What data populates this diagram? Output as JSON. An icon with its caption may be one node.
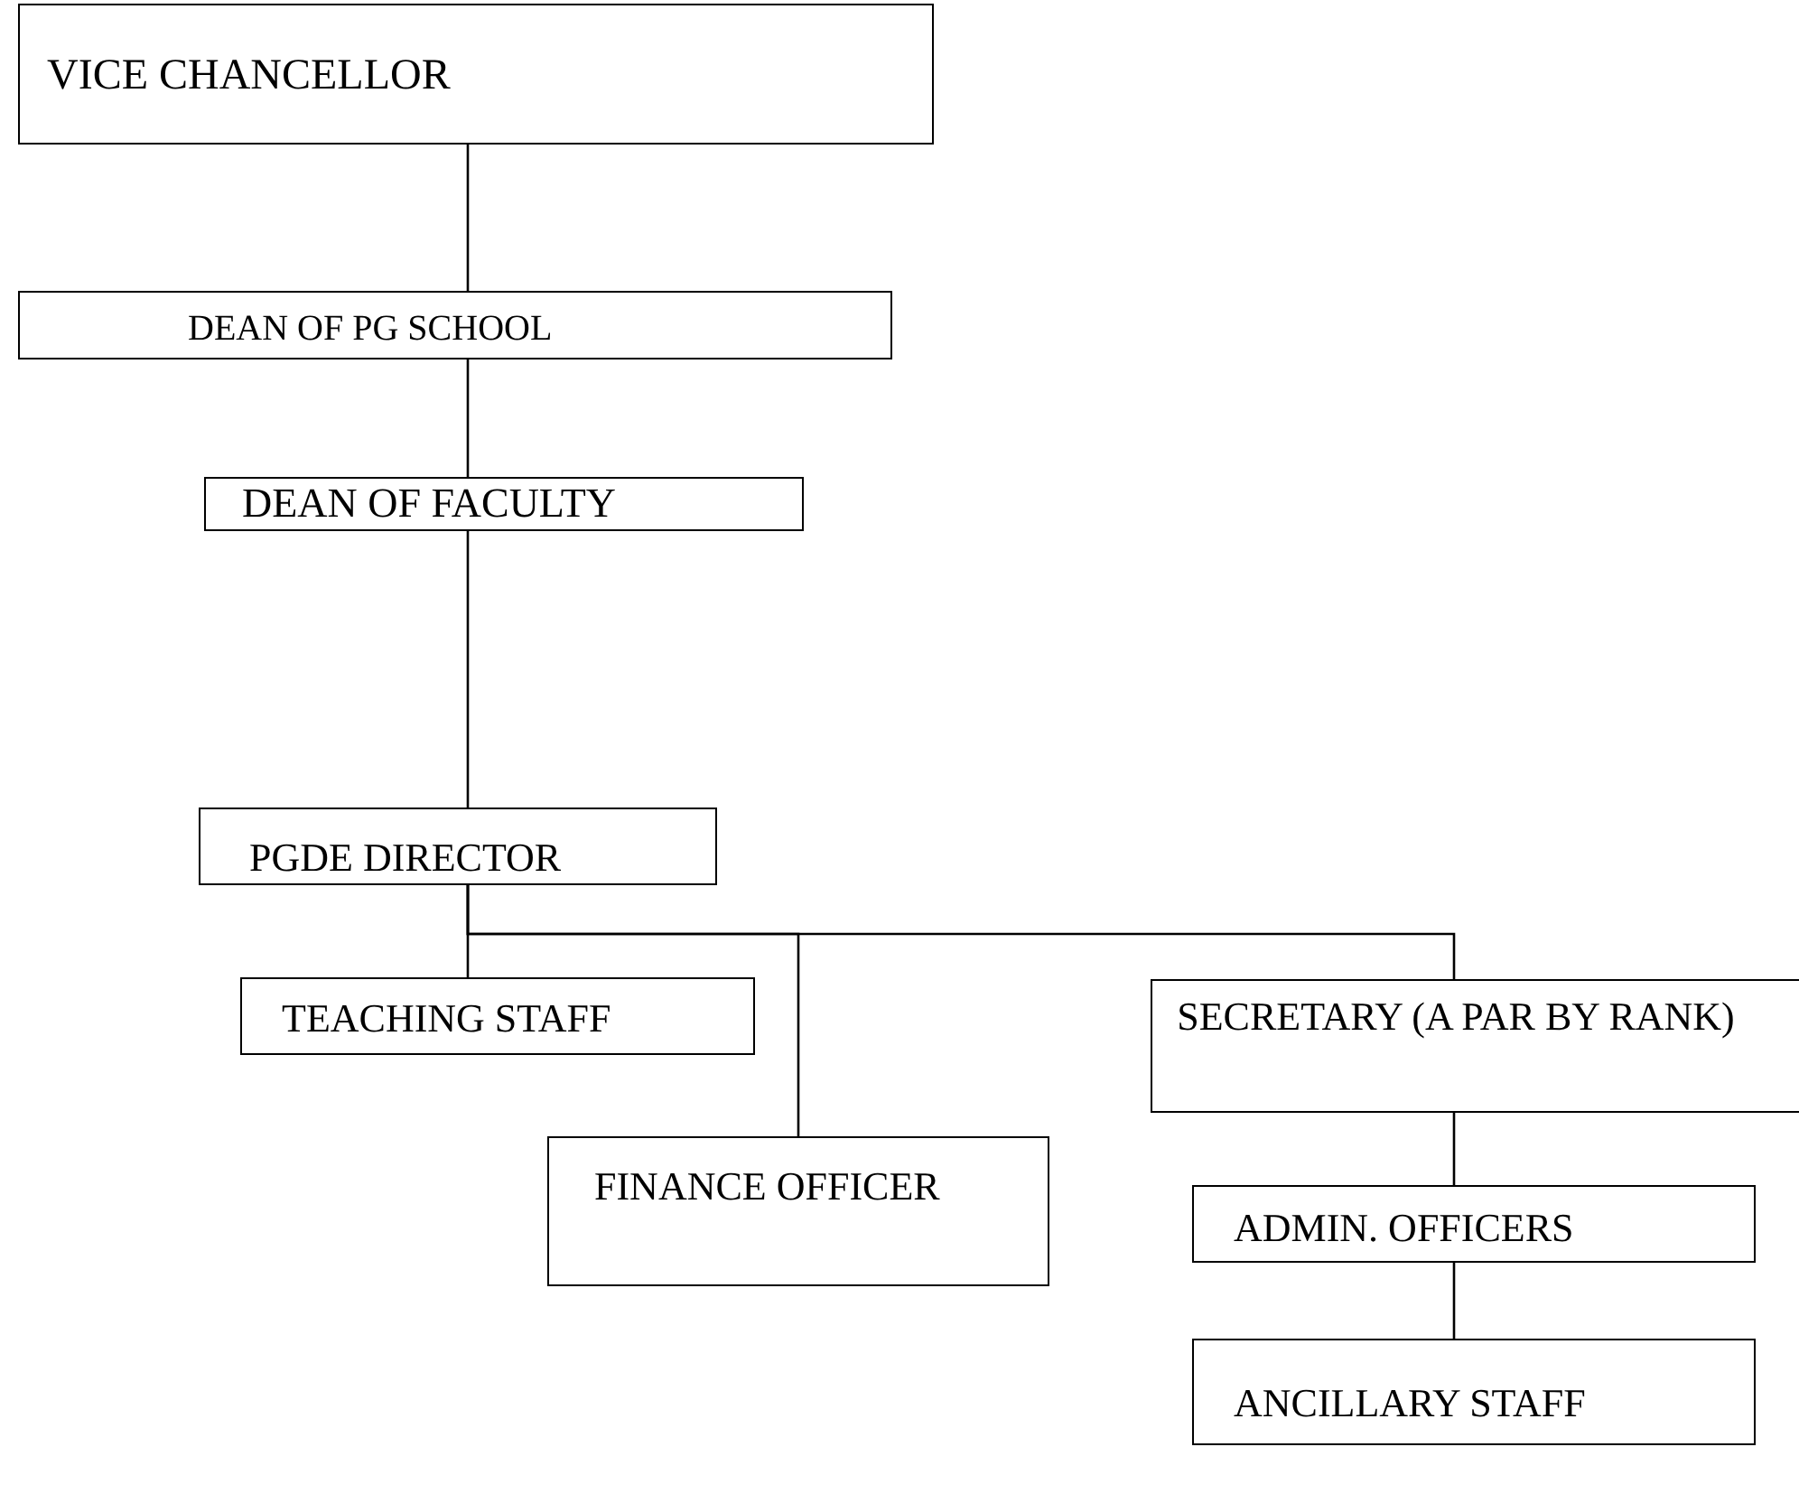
{
  "diagram": {
    "nodes": [
      {
        "text": [
          "VICE CHANCELLOR"
        ]
      },
      {
        "text": [
          "DEAN OF PG SCHOOL"
        ]
      },
      {
        "text": [
          "DEAN OF FACULTY"
        ]
      },
      {
        "text": [
          "PGDE DIRECTOR"
        ]
      },
      {
        "text": [
          "TEACHING STAFF"
        ]
      },
      {
        "text": [
          "FINANCE OFFICER"
        ]
      },
      {
        "text": [
          "SECRETARY (A PAR BY RANK)"
        ]
      },
      {
        "text": [
          "ADMIN. OFFICERS"
        ]
      },
      {
        "text": [
          "ANCILLARY STAFF"
        ]
      }
    ],
    "edges": [
      {
        "from": 0,
        "to": 1,
        "arrow": "none"
      },
      {
        "from": 1,
        "to": 2,
        "arrow": "none"
      },
      {
        "from": 2,
        "to": 3,
        "arrow": "none"
      },
      {
        "from": 3,
        "to": 4,
        "arrow": "none"
      },
      {
        "from": 3,
        "to": 5,
        "arrow": "none"
      },
      {
        "from": 3,
        "to": 6,
        "arrow": "none"
      },
      {
        "from": 6,
        "to": 7,
        "arrow": "none"
      },
      {
        "from": 7,
        "to": 8,
        "arrow": "none"
      }
    ]
  }
}
